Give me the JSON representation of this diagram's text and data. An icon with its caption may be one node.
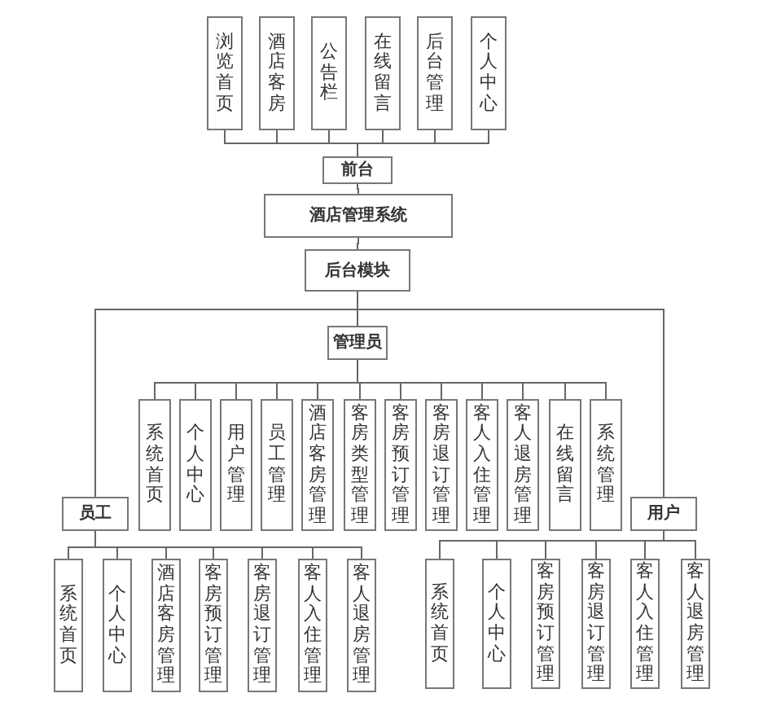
{
  "diagram": {
    "nodes": [
      {
        "text": [
          "浏览首页"
        ]
      },
      {
        "text": [
          "酒店客房"
        ]
      },
      {
        "text": [
          "公告栏"
        ]
      },
      {
        "text": [
          "在线留言"
        ]
      },
      {
        "text": [
          "后台管理"
        ]
      },
      {
        "text": [
          "个人中心"
        ]
      },
      {
        "text": [
          "前台"
        ]
      },
      {
        "text": [
          "酒店管理系统"
        ]
      },
      {
        "text": [
          "后台模块"
        ]
      },
      {
        "text": [
          "管理员"
        ]
      },
      {
        "text": [
          "系统首页"
        ]
      },
      {
        "text": [
          "个人中心"
        ]
      },
      {
        "text": [
          "用户管理"
        ]
      },
      {
        "text": [
          "员工管理"
        ]
      },
      {
        "text": [
          "酒店客房管理"
        ]
      },
      {
        "text": [
          "客房类型管理"
        ]
      },
      {
        "text": [
          "客房预订管理"
        ]
      },
      {
        "text": [
          "客房退订管理"
        ]
      },
      {
        "text": [
          "客人入住管理"
        ]
      },
      {
        "text": [
          "客人退房管理"
        ]
      },
      {
        "text": [
          "在线留言"
        ]
      },
      {
        "text": [
          "系统管理"
        ]
      },
      {
        "text": [
          "员工"
        ]
      },
      {
        "text": [
          "系统首页"
        ]
      },
      {
        "text": [
          "个人中心"
        ]
      },
      {
        "text": [
          "酒店客房管理"
        ]
      },
      {
        "text": [
          "客房预订管理"
        ]
      },
      {
        "text": [
          "客房退订管理"
        ]
      },
      {
        "text": [
          "客人入住管理"
        ]
      },
      {
        "text": [
          "客人退房管理"
        ]
      },
      {
        "text": [
          "用户"
        ]
      },
      {
        "text": [
          "系统首页"
        ]
      },
      {
        "text": [
          "个人中心"
        ]
      },
      {
        "text": [
          "客房预订管理"
        ]
      },
      {
        "text": [
          "客房退订管理"
        ]
      },
      {
        "text": [
          "客人入住管理"
        ]
      },
      {
        "text": [
          "客人退房管理"
        ]
      }
    ],
    "edges": [
      {
        "from": 0,
        "to": 6,
        "arrow": "none"
      },
      {
        "from": 1,
        "to": 6,
        "arrow": "none"
      },
      {
        "from": 2,
        "to": 6,
        "arrow": "none"
      },
      {
        "from": 3,
        "to": 6,
        "arrow": "none"
      },
      {
        "from": 4,
        "to": 6,
        "arrow": "none"
      },
      {
        "from": 5,
        "to": 6,
        "arrow": "none"
      },
      {
        "from": 6,
        "to": 7,
        "arrow": "none"
      },
      {
        "from": 7,
        "to": 8,
        "arrow": "none"
      },
      {
        "from": 8,
        "to": 9,
        "arrow": "none"
      },
      {
        "from": 8,
        "to": 22,
        "arrow": "none"
      },
      {
        "from": 8,
        "to": 30,
        "arrow": "none"
      },
      {
        "from": 9,
        "to": 10,
        "arrow": "none"
      },
      {
        "from": 9,
        "to": 11,
        "arrow": "none"
      },
      {
        "from": 9,
        "to": 12,
        "arrow": "none"
      },
      {
        "from": 9,
        "to": 13,
        "arrow": "none"
      },
      {
        "from": 9,
        "to": 14,
        "arrow": "none"
      },
      {
        "from": 9,
        "to": 15,
        "arrow": "none"
      },
      {
        "from": 9,
        "to": 16,
        "arrow": "none"
      },
      {
        "from": 9,
        "to": 17,
        "arrow": "none"
      },
      {
        "from": 9,
        "to": 18,
        "arrow": "none"
      },
      {
        "from": 9,
        "to": 19,
        "arrow": "none"
      },
      {
        "from": 9,
        "to": 20,
        "arrow": "none"
      },
      {
        "from": 9,
        "to": 21,
        "arrow": "none"
      },
      {
        "from": 22,
        "to": 23,
        "arrow": "none"
      },
      {
        "from": 22,
        "to": 24,
        "arrow": "none"
      },
      {
        "from": 22,
        "to": 25,
        "arrow": "none"
      },
      {
        "from": 22,
        "to": 26,
        "arrow": "none"
      },
      {
        "from": 22,
        "to": 27,
        "arrow": "none"
      },
      {
        "from": 22,
        "to": 28,
        "arrow": "none"
      },
      {
        "from": 22,
        "to": 29,
        "arrow": "none"
      },
      {
        "from": 30,
        "to": 31,
        "arrow": "none"
      },
      {
        "from": 30,
        "to": 32,
        "arrow": "none"
      },
      {
        "from": 30,
        "to": 33,
        "arrow": "none"
      },
      {
        "from": 30,
        "to": 34,
        "arrow": "none"
      },
      {
        "from": 30,
        "to": 35,
        "arrow": "none"
      },
      {
        "from": 30,
        "to": 36,
        "arrow": "none"
      }
    ]
  }
}
